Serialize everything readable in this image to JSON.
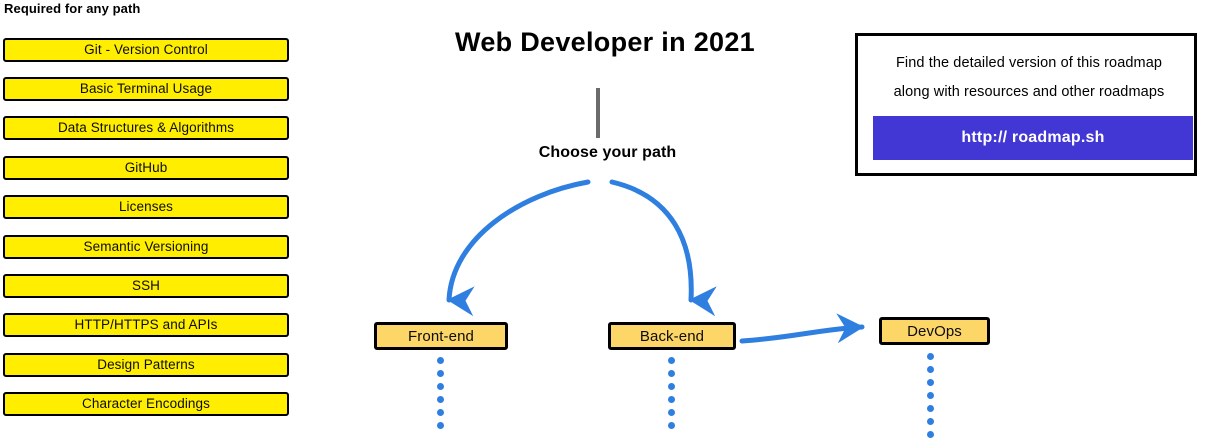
{
  "sidebar": {
    "heading": "Required for any path",
    "items": [
      {
        "label": "Git - Version Control"
      },
      {
        "label": "Basic Terminal Usage"
      },
      {
        "label": "Data Structures & Algorithms"
      },
      {
        "label": "GitHub"
      },
      {
        "label": "Licenses"
      },
      {
        "label": "Semantic Versioning"
      },
      {
        "label": "SSH"
      },
      {
        "label": "HTTP/HTTPS and APIs"
      },
      {
        "label": "Design Patterns"
      },
      {
        "label": "Character Encodings"
      }
    ],
    "box_fill": "#ffee00",
    "box_border": "#000000"
  },
  "center": {
    "title": "Web Developer in 2021",
    "choose_label": "Choose your path",
    "stem_color": "#6b6b6b",
    "arrow_color": "#2f7fe0",
    "node_fill": "#fcd667",
    "nodes": [
      {
        "label": "Front-end"
      },
      {
        "label": "Back-end"
      },
      {
        "label": "DevOps"
      }
    ]
  },
  "roadmap_box": {
    "line1": "Find the detailed version of this roadmap",
    "line2": "along with resources and other roadmaps",
    "button_label": "http:// roadmap.sh",
    "button_color": "#4236d4",
    "button_text_color": "#ffffff"
  }
}
